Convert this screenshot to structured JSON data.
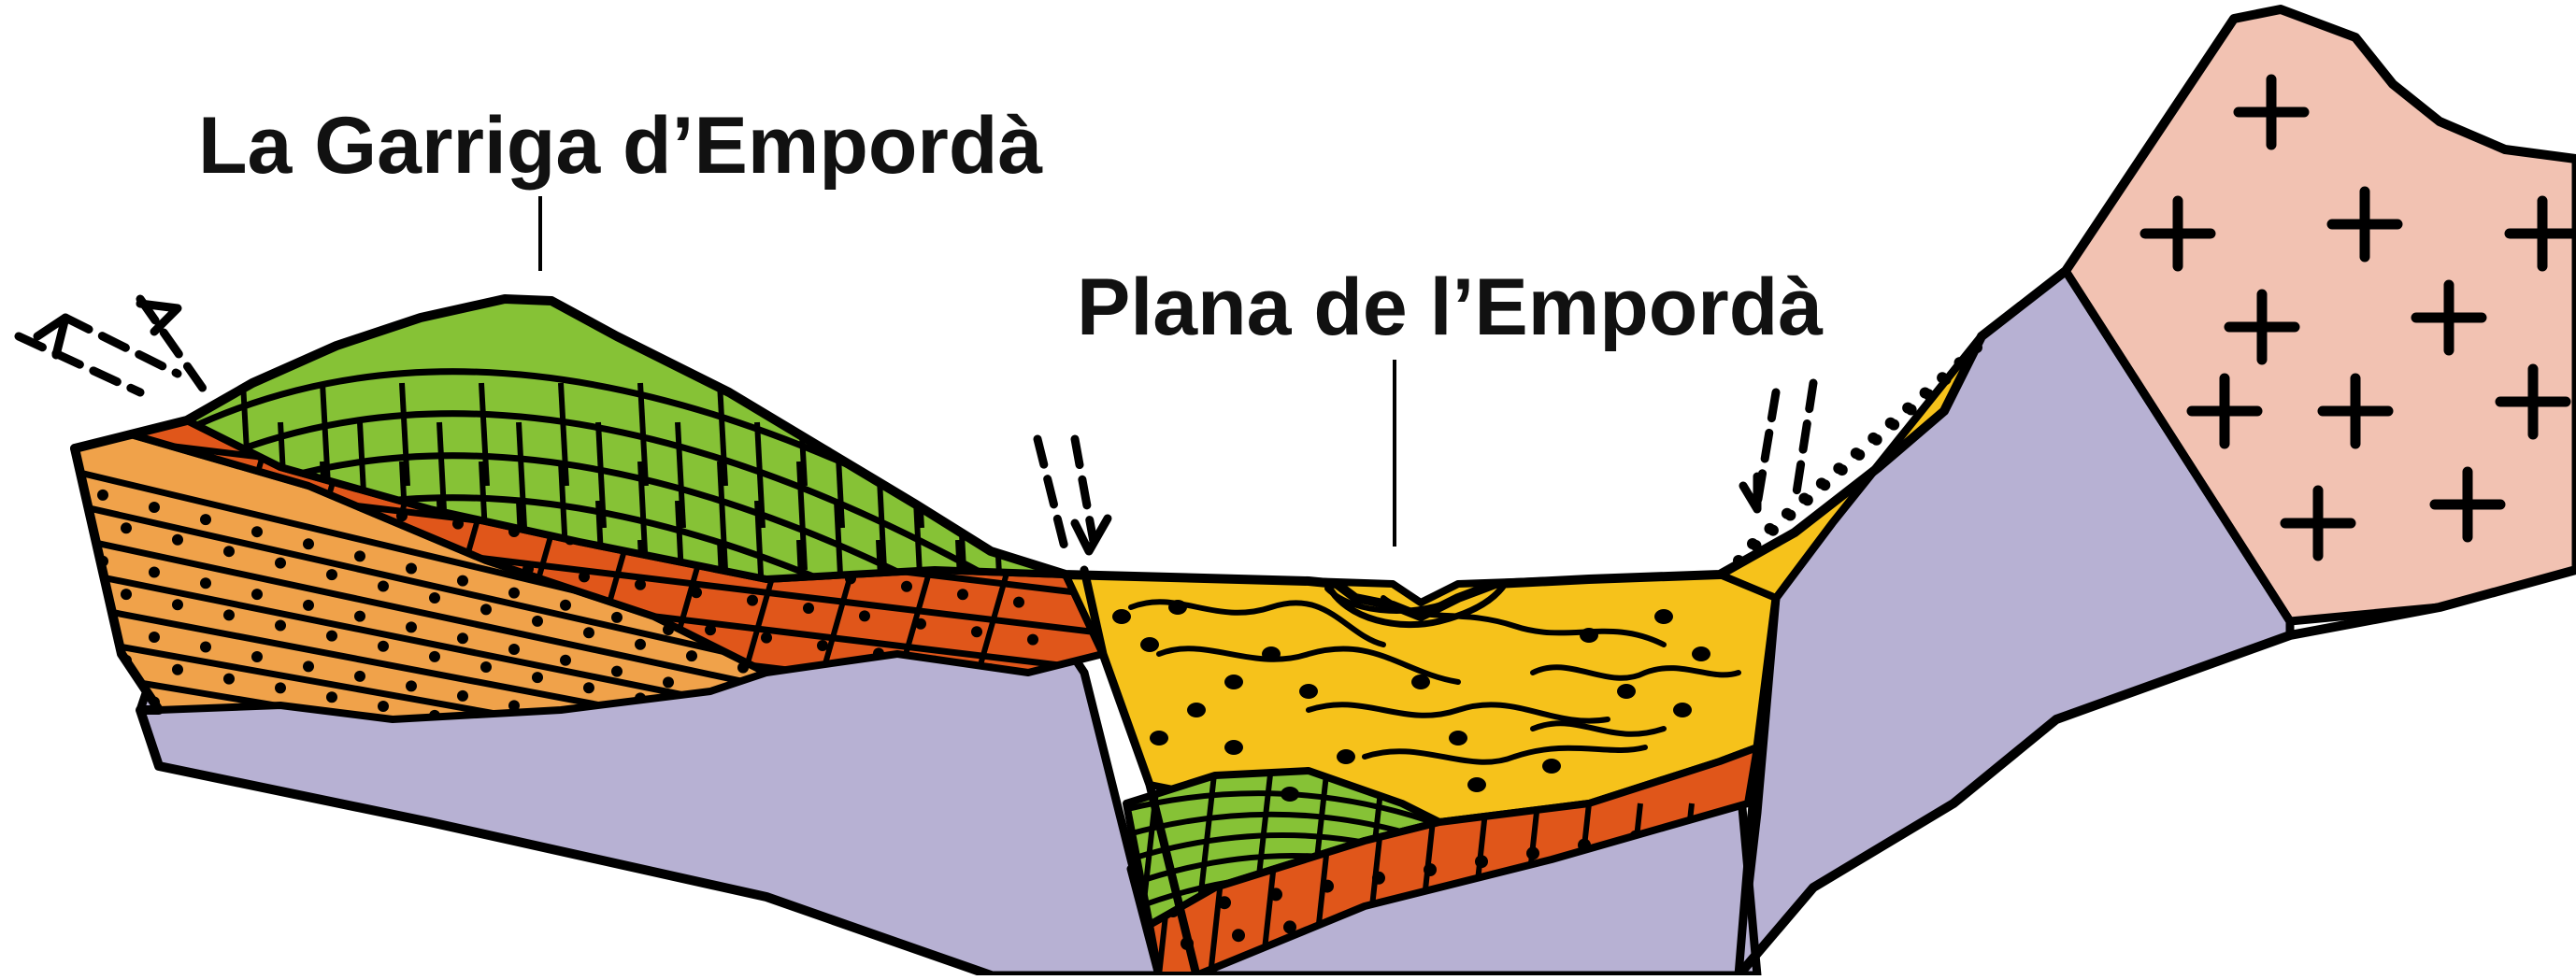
{
  "labels": {
    "garriga": "La Garriga d’Empordà",
    "plana": "Plana de l’Empordà"
  },
  "colors": {
    "outline": "#000000",
    "basement": "#b7b1d3",
    "granite": "#f2c2b2",
    "limestone": "#86c236",
    "red_sandstone": "#e0561a",
    "orange_sandstone": "#f0a24a",
    "plain_fill": "#f6c21b",
    "background": "#ffffff"
  },
  "icons": {
    "granite_symbol": "plus-sign",
    "fault_symbol": "fault-arrow"
  }
}
